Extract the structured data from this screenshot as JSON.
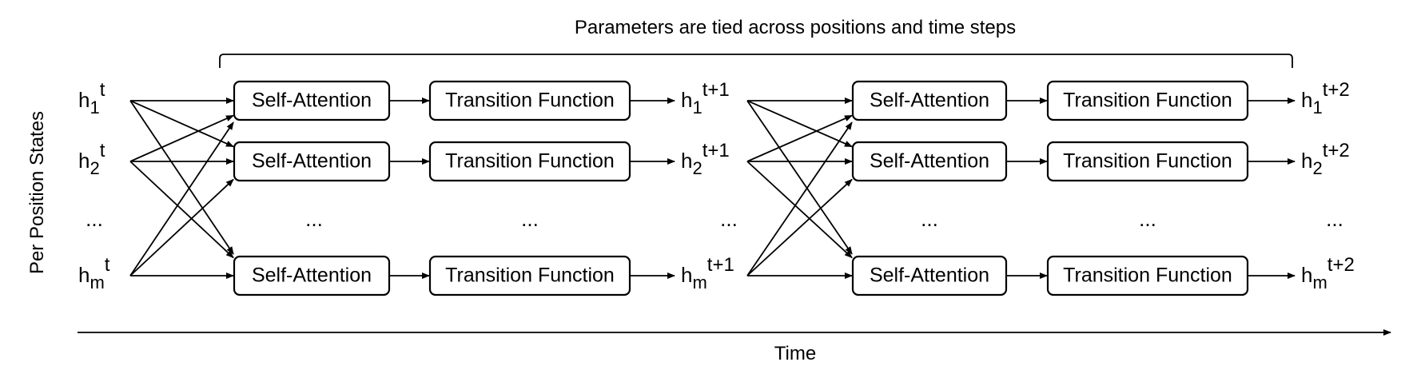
{
  "header": {
    "title": "Parameters are tied across positions and time steps"
  },
  "axes": {
    "y_label": "Per Position States",
    "x_label": "Time"
  },
  "blocks": {
    "attention_label": "Self-Attention",
    "transition_label": "Transition Function",
    "ellipsis": "..."
  },
  "states": {
    "base": "h",
    "rows": [
      {
        "sub": "1",
        "steps": [
          "t",
          "t+1",
          "t+2"
        ]
      },
      {
        "sub": "2",
        "steps": [
          "t",
          "t+1",
          "t+2"
        ]
      },
      {
        "sub": "m",
        "steps": [
          "t",
          "t+1",
          "t+2"
        ]
      }
    ]
  }
}
